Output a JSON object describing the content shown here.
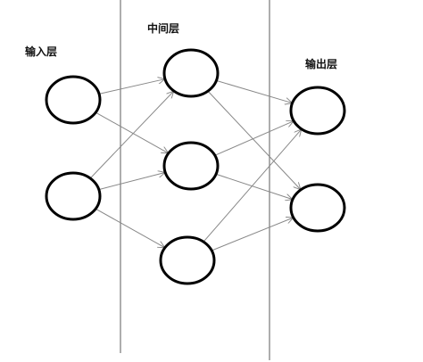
{
  "labels": {
    "input_layer": "输入层",
    "hidden_layer": "中间层",
    "output_layer": "输出层"
  },
  "layers": [
    {
      "name": "input",
      "nodes": [
        "i1",
        "i2"
      ]
    },
    {
      "name": "hidden",
      "nodes": [
        "h1",
        "h2",
        "h3"
      ]
    },
    {
      "name": "output",
      "nodes": [
        "o1",
        "o2"
      ]
    }
  ],
  "edges": [
    [
      "i1",
      "h1"
    ],
    [
      "i1",
      "h2"
    ],
    [
      "i2",
      "h1"
    ],
    [
      "i2",
      "h2"
    ],
    [
      "i2",
      "h3"
    ],
    [
      "h1",
      "o1"
    ],
    [
      "h1",
      "o2"
    ],
    [
      "h2",
      "o1"
    ],
    [
      "h2",
      "o2"
    ],
    [
      "h3",
      "o1"
    ],
    [
      "h3",
      "o2"
    ]
  ],
  "colors": {
    "node_stroke": "#000000",
    "edge": "#888888",
    "divider": "#777777",
    "background": "#ffffff"
  }
}
